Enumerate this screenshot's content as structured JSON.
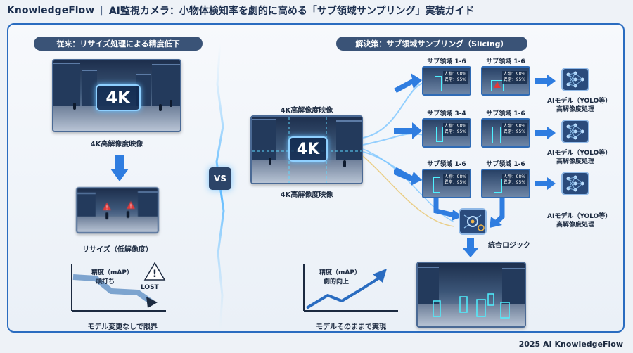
{
  "header": {
    "brand": "KnowledgeFlow",
    "separator": "|",
    "title": "AI監視カメラ：小物体検知率を劇的に高める「サブ領域サンプリング」実装ガイド"
  },
  "left": {
    "pill": "従来：リサイズ処理による精度低下",
    "source_badge": "4K",
    "source_caption": "4K高解像度映像",
    "resized_caption": "リサイズ（低解像度）",
    "graph_label_line1": "精度（mAP）",
    "graph_label_line2": "頭打ち",
    "lost_label": "LOST",
    "graph_caption": "モデル変更なしで限界"
  },
  "vs_label": "VS",
  "right": {
    "pill": "解決策：サブ領域サンプリング（Slicing）",
    "source_title": "4K高解像度映像",
    "source_badge": "4K",
    "source_caption": "4K高解像度映像",
    "tiles": [
      {
        "label": "サブ領域 1-6",
        "conf1": "人物：98%",
        "conf2": "異常：95%"
      },
      {
        "label": "サブ領域 1-6",
        "conf1": "人物：98%",
        "conf2": "異常：95%"
      },
      {
        "label": "サブ領域 3-4",
        "conf1": "人物：98%",
        "conf2": "異常：95%"
      },
      {
        "label": "サブ領域 1-6",
        "conf1": "人物：98%",
        "conf2": "異常：95%"
      },
      {
        "label": "サブ領域 1-6",
        "conf1": "人物：98%",
        "conf2": "異常：95%"
      },
      {
        "label": "サブ領域 1-6",
        "conf1": "人物：98%",
        "conf2": "異常：95%"
      }
    ],
    "ai_models": [
      {
        "line1": "AIモデル（YOLO等）",
        "line2": "高解像度処理"
      },
      {
        "line1": "AIモデル（YOLO等）",
        "line2": "高解像度処理"
      },
      {
        "line1": "AIモデル（YOLO等）",
        "line2": "高解像度処理"
      }
    ],
    "merge_label": "統合ロジック",
    "graph_label_line1": "精度（mAP）",
    "graph_label_line2": "劇的向上",
    "graph_caption": "モデルそのままで実現"
  },
  "footer": "2025 AI KnowledgeFlow",
  "colors": {
    "accent": "#2a6cc0",
    "pill": "#3a5377",
    "arrow": "#2f7de0",
    "warning": "#e03a3a"
  }
}
